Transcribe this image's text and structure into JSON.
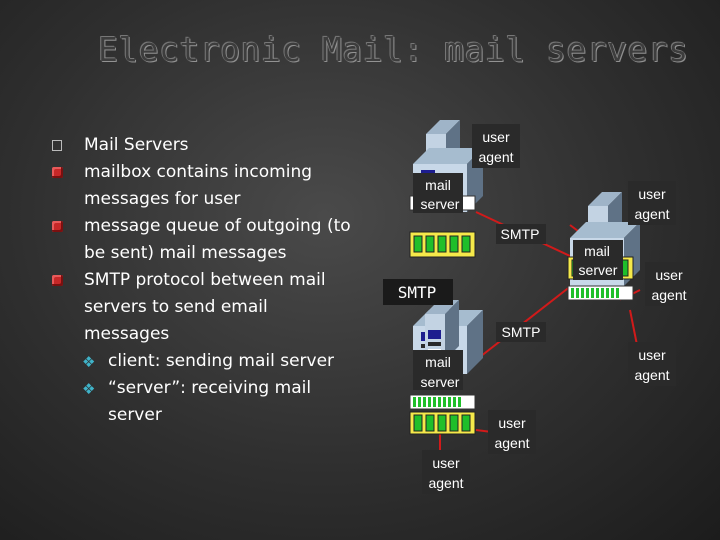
{
  "title": "Electronic Mail: mail servers",
  "bullets": [
    {
      "style": "hollow",
      "text": "Mail Servers"
    },
    {
      "style": "filled",
      "text": "mailbox contains incoming messages for user"
    },
    {
      "style": "filled",
      "text": "message queue of outgoing (to be sent) mail messages"
    },
    {
      "style": "filled",
      "text": "SMTP protocol between mail servers to send email messages"
    }
  ],
  "sub_bullets": [
    {
      "marker": "❖",
      "text": "client: sending mail server"
    },
    {
      "marker": "❖",
      "text": "“server”: receiving mail server"
    }
  ],
  "diagram": {
    "ua_top": [
      "user",
      "agent"
    ],
    "ua_right_top": [
      "user",
      "agent"
    ],
    "ua_right_mid": [
      "user",
      "agent"
    ],
    "ua_right_low": [
      "user",
      "agent"
    ],
    "ua_bottom_mid": [
      "user",
      "agent"
    ],
    "ua_bottom": [
      "user",
      "agent"
    ],
    "server_top": [
      "mail",
      "server"
    ],
    "server_right": [
      "mail",
      "server"
    ],
    "server_bottom": [
      "mail",
      "server"
    ],
    "smtp_top": "SMTP",
    "smtp_right": "SMTP",
    "smtp_big": "SMTP",
    "colors": {
      "link": "#d11a1a",
      "server": "#f5e94a",
      "queue": "#1fbf2a",
      "accent": "#3fb3c9"
    }
  }
}
